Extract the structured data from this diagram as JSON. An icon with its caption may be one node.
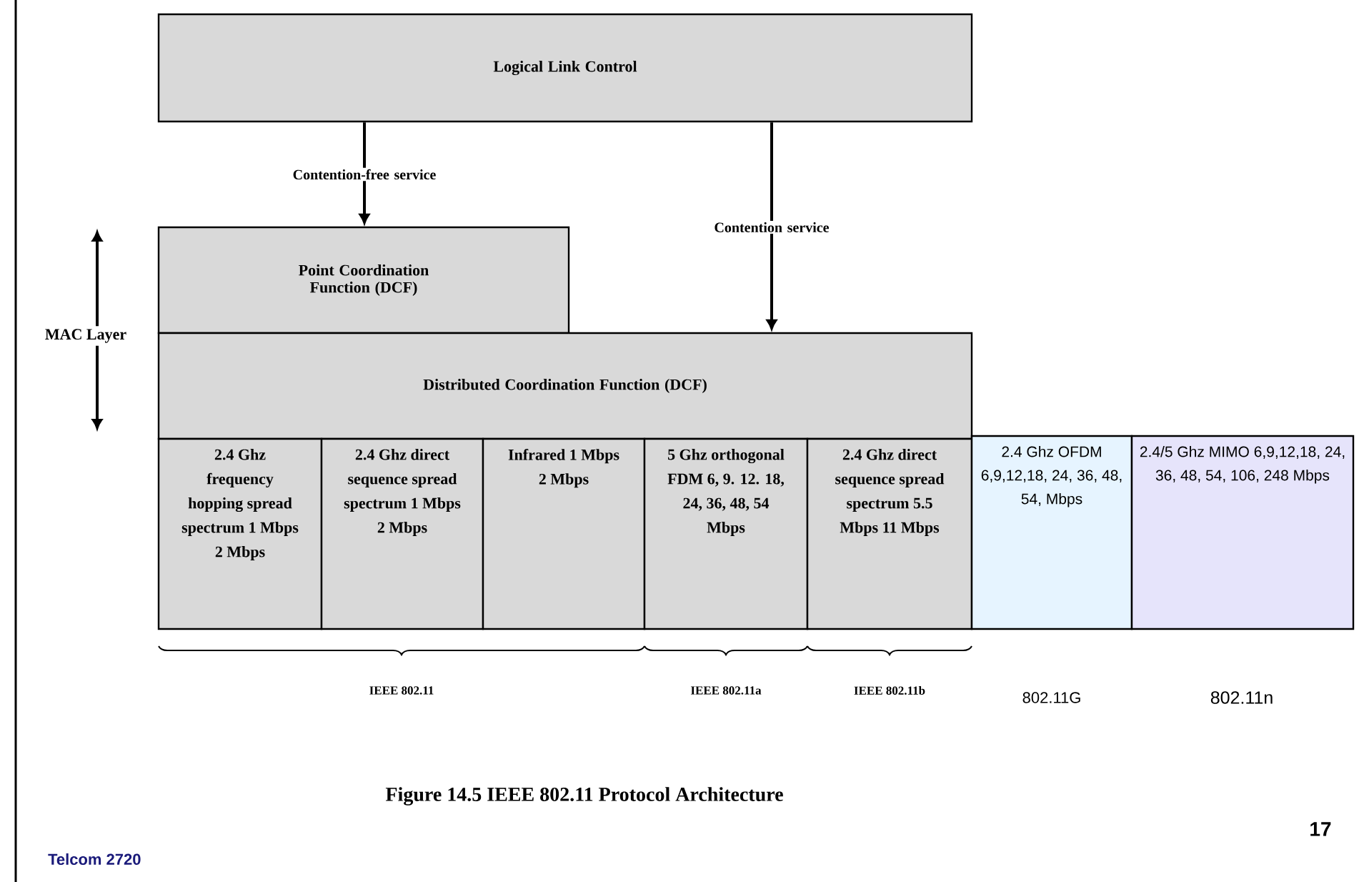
{
  "diagram": {
    "caption": "Figure 14.5 IEEE 802.11 Protocol Architecture",
    "nodes": [
      {
        "text": [
          "Logical Link Control"
        ]
      },
      {
        "text": [
          "Point Coordination Function (DCF)"
        ]
      },
      {
        "text": [
          "Distributed Coordination Function (DCF)"
        ]
      },
      {
        "text": [
          "2.4 Ghz frequency hopping spread spectrum 1 Mbps 2 Mbps"
        ]
      },
      {
        "text": [
          "2.4 Ghz direct sequence spread spectrum 1 Mbps 2 Mbps"
        ]
      },
      {
        "text": [
          "Infrared 1 Mbps 2 Mbps"
        ]
      },
      {
        "text": [
          "5 Ghz orthogonal FDM 6, 9. 12. 18, 24, 36, 48, 54 Mbps"
        ]
      },
      {
        "text": [
          "2.4 Ghz direct sequence spread spectrum 5.5 Mbps 11 Mbps"
        ]
      },
      {
        "text": [
          "2.4 Ghz OFDM 6,9,12,18, 24, 36, 48, 54, Mbps"
        ]
      },
      {
        "text": [
          "2.4/5 Ghz MIMO 6,9,12,18, 24, 36, 48, 54, 106, 248 Mbps"
        ]
      }
    ],
    "edges": [
      {
        "from": 0,
        "to": 1,
        "arrow": "to",
        "label": "Contention-free service"
      },
      {
        "from": 0,
        "to": 2,
        "arrow": "to",
        "label": "Contention service"
      }
    ],
    "labels": [
      "MAC Layer",
      "IEEE 802.11",
      "IEEE 802.11a",
      "IEEE 802.11b",
      "802.11G",
      "802.11n",
      "17",
      "Telcom 2720"
    ]
  }
}
